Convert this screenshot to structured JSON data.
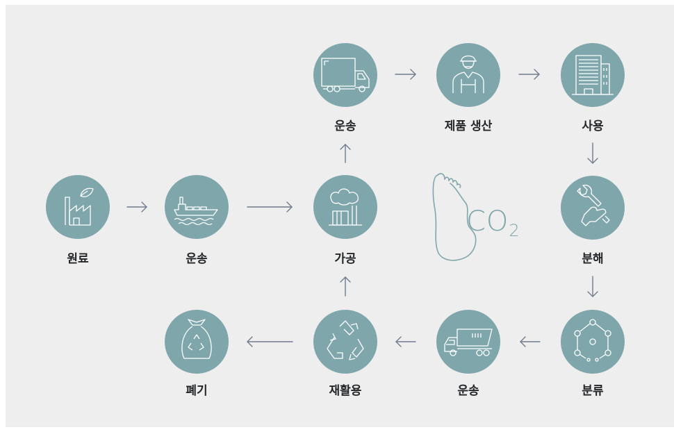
{
  "colors": {
    "panel": "#eeeeee",
    "circle": "#7fa6ab",
    "icon_stroke": "#ffffff",
    "arrow": "#6f7a8c",
    "label": "#232629"
  },
  "nodes": {
    "raw_material": {
      "label": "원료",
      "icon": "factory-leaf-icon"
    },
    "transport_ship": {
      "label": "운송",
      "icon": "cargo-ship-icon"
    },
    "processing": {
      "label": "가공",
      "icon": "factory-smoke-icon"
    },
    "transport_truck_top": {
      "label": "운송",
      "icon": "truck-icon"
    },
    "production": {
      "label": "제품 생산",
      "icon": "worker-icon"
    },
    "use": {
      "label": "사용",
      "icon": "building-icon"
    },
    "disassembly": {
      "label": "분해",
      "icon": "wrench-hand-icon"
    },
    "sorting": {
      "label": "분류",
      "icon": "network-nodes-icon"
    },
    "transport_dump": {
      "label": "운송",
      "icon": "dump-truck-icon"
    },
    "recycling": {
      "label": "재활용",
      "icon": "recycle-icon"
    },
    "disposal": {
      "label": "폐기",
      "icon": "trash-bag-icon"
    }
  },
  "footprint": {
    "icon": "footprint-icon",
    "text_main": "CO",
    "text_sub": "2"
  }
}
